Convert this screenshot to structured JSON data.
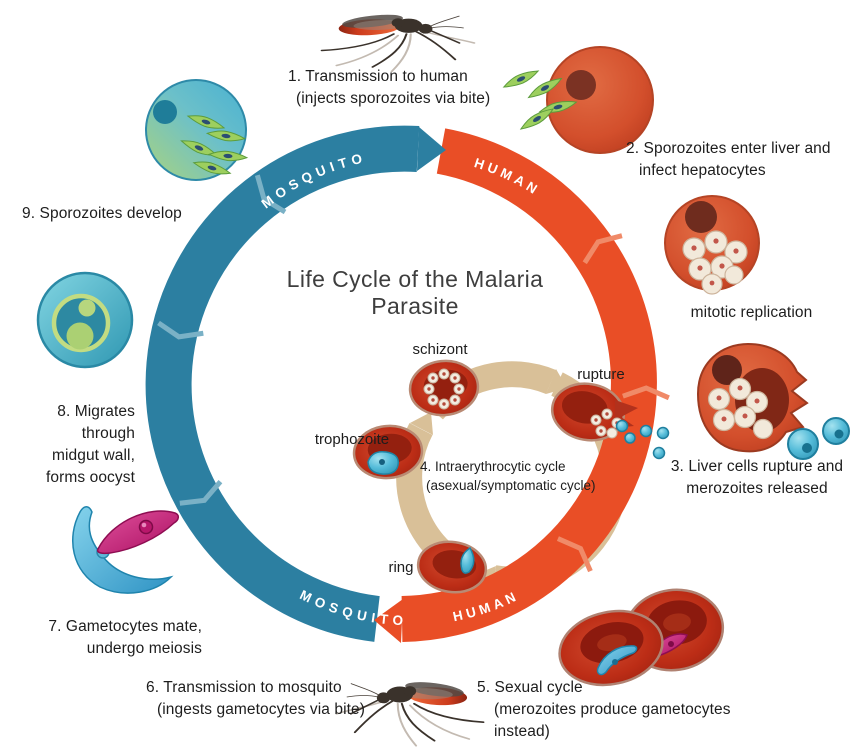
{
  "title": "Life Cycle of the Malaria Parasite",
  "ring": {
    "top_mosquito": "MOSQUITO",
    "top_human": "HUMAN",
    "bottom_mosquito": "MOSQUITO",
    "bottom_human": "HUMAN"
  },
  "stages": {
    "s1": {
      "line1": "1. Transmission to human",
      "line2": "(injects sporozoites via bite)"
    },
    "s2": {
      "line1": "2. Sporozoites enter liver and",
      "line2": "infect hepatocytes"
    },
    "mitotic": "mitotic replication",
    "s3": {
      "line1": "3. Liver cells rupture and",
      "line2": "merozoites released"
    },
    "s4": {
      "line1": "4. Intraerythrocytic cycle",
      "line2": "(asexual/symptomatic cycle)"
    },
    "s5": {
      "line1": "5. Sexual cycle",
      "line2": "(merozoites produce gametocytes instead)"
    },
    "s6": {
      "line1": "6. Transmission to mosquito",
      "line2": "(ingests gametocytes via bite)"
    },
    "s7": {
      "line1": "7. Gametocytes mate,",
      "line2": "undergo meiosis"
    },
    "s8": {
      "line1": "8. Migrates through",
      "line2": "midgut wall,",
      "line3": "forms oocyst"
    },
    "s9": {
      "line1": "9. Sporozoites develop"
    }
  },
  "inner_cycle": {
    "schizont": "schizont",
    "rupture": "rupture",
    "trophozoite": "trophozoite",
    "ring": "ring"
  },
  "colors": {
    "mosquito_blue": "#2c7fa1",
    "human_red": "#e94e26",
    "inner_ring_tan": "#d9c098",
    "text": "#1d1d1d"
  }
}
